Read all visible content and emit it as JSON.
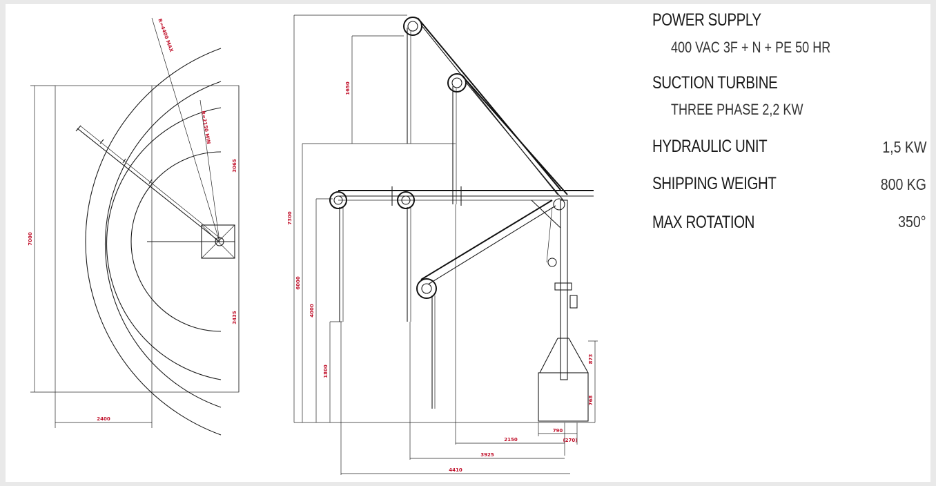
{
  "specs": {
    "power_supply": {
      "label": "POWER SUPPLY",
      "value": "400 VAC 3F + N + PE 50 HR"
    },
    "suction_turbine": {
      "label": "SUCTION TURBINE",
      "value": "THREE PHASE 2,2 KW"
    },
    "hydraulic_unit": {
      "label": "HYDRAULIC UNIT",
      "value": "1,5 KW"
    },
    "shipping_weight": {
      "label": "SHIPPING WEIGHT",
      "value": "800 KG"
    },
    "max_rotation": {
      "label": "MAX ROTATION",
      "value": "350°"
    }
  },
  "plan_view": {
    "dim_height": "7000",
    "dim_width": "2400",
    "dim_upper": "3065",
    "dim_lower": "3435",
    "radius_max": "R=4400 MAX",
    "radius_min": "R=2150 MIN"
  },
  "side_view": {
    "dim_total_height": "7300",
    "dim_upper_reach": "1650",
    "dim_6000": "6000",
    "dim_4000": "4000",
    "dim_1800": "1800",
    "dim_873": "873",
    "dim_768": "768",
    "dim_790": "790",
    "dim_270": "(270)",
    "dim_2150": "2150",
    "dim_3925": "3925",
    "dim_4410": "4410"
  }
}
